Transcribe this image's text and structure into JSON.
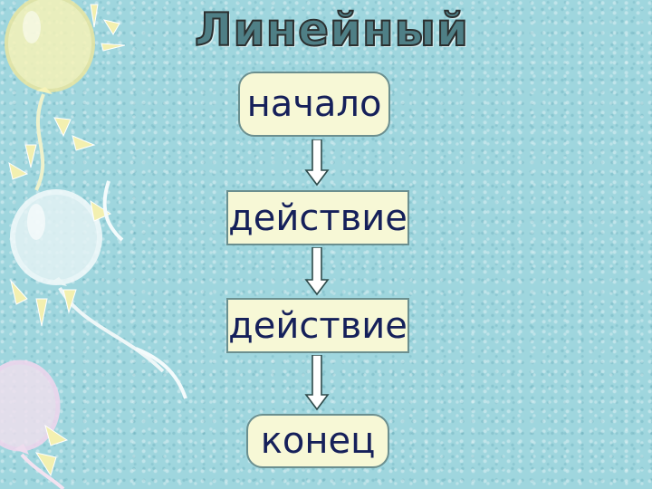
{
  "title": "Линейный",
  "flowchart": {
    "start": "начало",
    "action_1": "действие",
    "action_2": "действие",
    "end": "конец"
  },
  "colors": {
    "background": "#9fd6de",
    "node_fill": "#f7f8d6",
    "node_border": "#6b8f8f",
    "node_text": "#15205a",
    "arrow": "#2e4a4a"
  },
  "decorations": [
    "balloon-yellow",
    "balloon-white",
    "balloon-pink",
    "star-bursts"
  ]
}
